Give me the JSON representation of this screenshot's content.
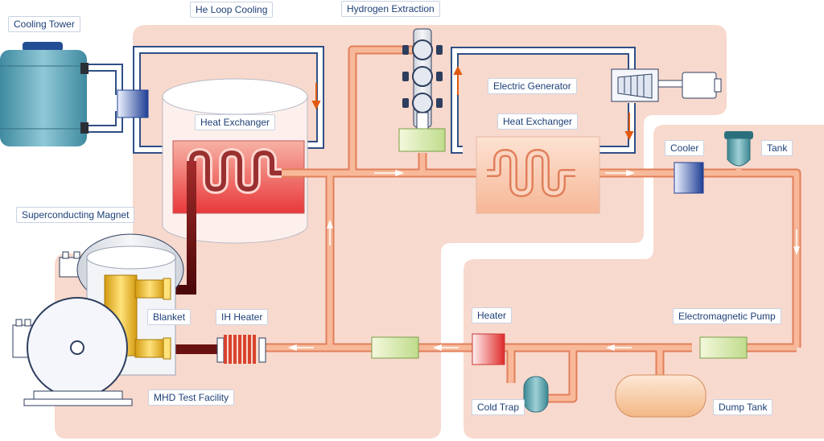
{
  "colors": {
    "background_zone": "#f8d9cd",
    "pipe_orange": "#f3a27c",
    "water_pipe": "#2f4f86",
    "hot_conduit": "#6a1212",
    "label_text": "#1d3f77"
  },
  "labels": {
    "cooling_tower": "Cooling Tower",
    "he_loop_cooling": "He Loop Cooling",
    "hydrogen_extraction": "Hydrogen Extraction",
    "electric_generator": "Electric Generator",
    "heat_exchanger_left": "Heat Exchanger",
    "heat_exchanger_right": "Heat Exchanger",
    "cooler": "Cooler",
    "tank": "Tank",
    "superconducting_magnet": "Superconducting Magnet",
    "blanket": "Blanket",
    "ih_heater": "IH Heater",
    "heater": "Heater",
    "electromagnetic_pump": "Electromagnetic Pump",
    "mhd_test_facility": "MHD Test Facility",
    "cold_trap": "Cold Trap",
    "dump_tank": "Dump Tank"
  },
  "icons": [
    "flow-arrow-icon",
    "coil-icon",
    "turbine-icon"
  ]
}
